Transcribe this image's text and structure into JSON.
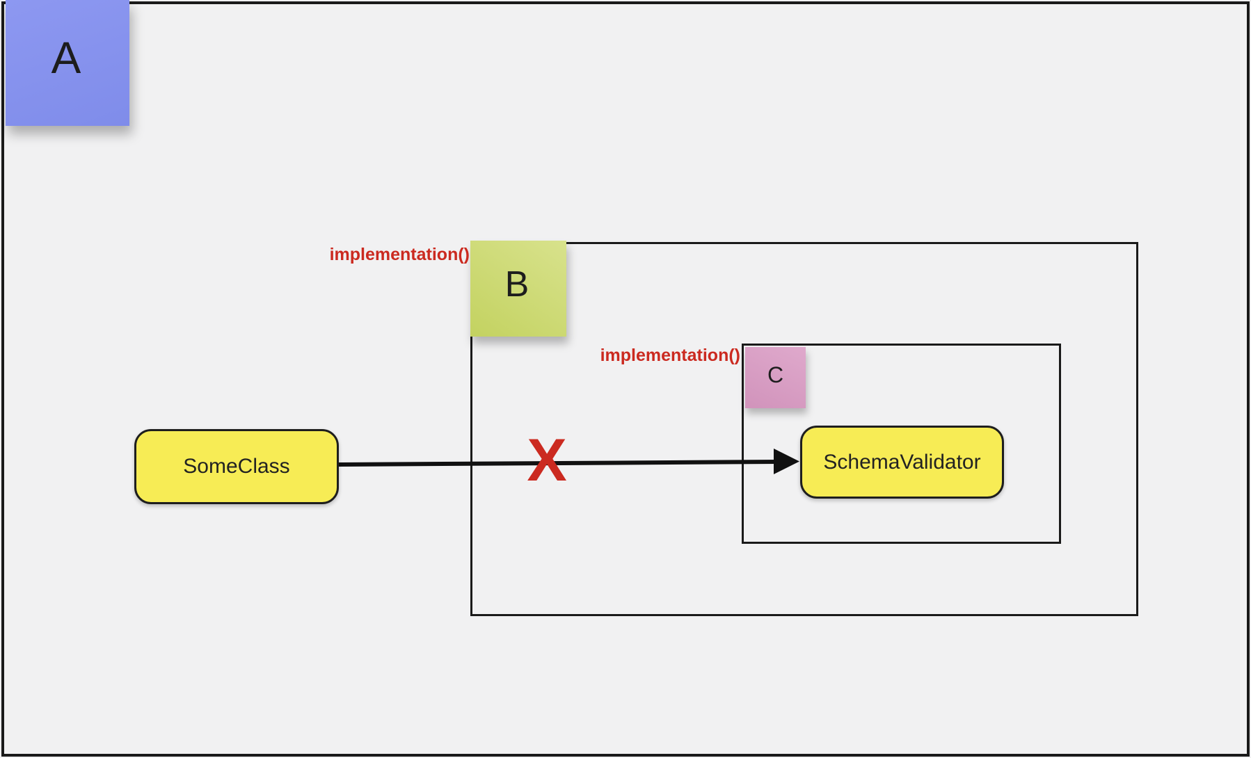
{
  "board": {
    "background_color": "#f1f1f2",
    "frame_color": "#1a1a1a"
  },
  "sticky_notes": [
    {
      "label": "A",
      "color_top": "#8d98f1",
      "color_bottom": "#7f8cea"
    },
    {
      "label": "B",
      "color_top": "#d8e28c",
      "color_bottom": "#c3d260"
    },
    {
      "label": "C",
      "color_top": "#dfa9cc",
      "color_bottom": "#d193bb"
    }
  ],
  "annotations": {
    "implementation_label_b": "implementation()",
    "implementation_label_c": "implementation()",
    "annotation_color": "#cb2a20",
    "blocked_marker": "X"
  },
  "class_nodes": [
    {
      "name": "SomeClass",
      "fill_color": "#f7ec55"
    },
    {
      "name": "SchemaValidator",
      "fill_color": "#f7ec55"
    }
  ]
}
